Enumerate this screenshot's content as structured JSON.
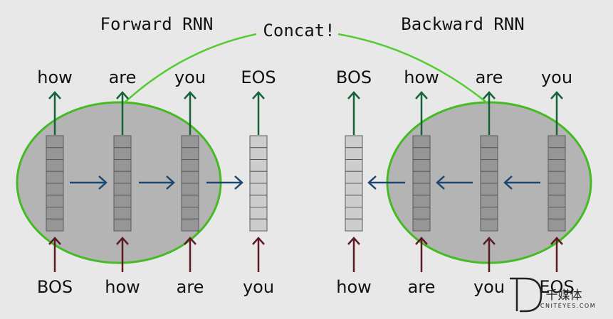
{
  "titles": {
    "forward": "Forward RNN",
    "concat": "Concat!",
    "backward": "Backward RNN"
  },
  "forward": {
    "inputs": [
      "BOS",
      "how",
      "are",
      "you"
    ],
    "outputs": [
      "how",
      "are",
      "you",
      "EOS"
    ]
  },
  "backward": {
    "inputs": [
      "how",
      "are",
      "you",
      "EOS"
    ],
    "outputs": [
      "BOS",
      "how",
      "are",
      "you"
    ]
  },
  "watermark": {
    "brand": "千媒体",
    "site": "CNITEYES.COM"
  },
  "colors": {
    "background": "#e8e8e8",
    "ellipse_fill": "#b4b4b4",
    "ellipse_stroke": "#44bb22",
    "concat_line": "#55cc33",
    "output_arrow": "#146238",
    "input_arrow": "#5e1a24",
    "hidden_arrow": "#1d4670",
    "cell_dark": "#969696",
    "cell_light": "#cdcdcd"
  }
}
